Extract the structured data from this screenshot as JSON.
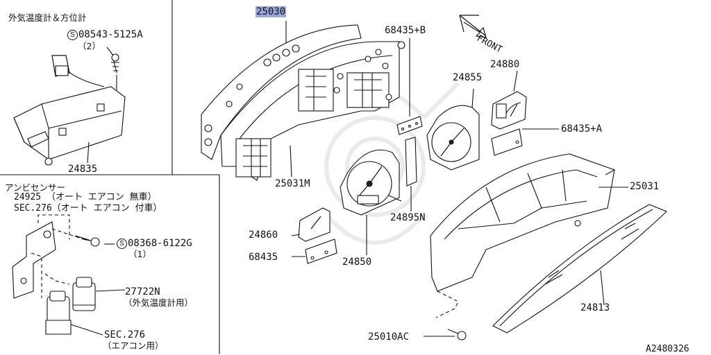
{
  "panel_top_left": {
    "title": "外気温度計＆方位計",
    "bolt_part": "08543-5125A",
    "bolt_qty": "（2）",
    "unit_part": "24835"
  },
  "panel_bottom_left": {
    "title": "アンビセンサー",
    "line1": "24925 （オート エアコン 無車）",
    "line2": "SEC.276（オート エアコン 付車）",
    "screw_part": "08368-6122G",
    "screw_qty": "（1）",
    "sensor_part": "27722N",
    "sensor_note": "（外気温度計用）",
    "sec_ref": "SEC.276",
    "sec_note": "（エアコン用）"
  },
  "circle_s_symbol": "S",
  "front_label": "FRONT",
  "parts": {
    "assembly": "25030",
    "cluster_case": "25031M",
    "bracket_b": "68435+B",
    "speedo": "24855",
    "temp_gauge": "24880",
    "bracket_a": "68435+A",
    "tacho": "24850",
    "harness": "24895N",
    "fuel_gauge": "24860",
    "bracket": "68435",
    "front_cover": "25031",
    "glass": "24813",
    "screw": "25010AC"
  },
  "diagram_code": "A2480326"
}
